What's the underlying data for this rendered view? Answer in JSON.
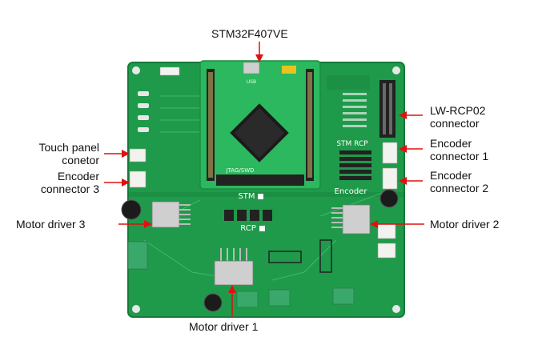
{
  "colors": {
    "pcb": "#1f9a4a",
    "pcb_dark": "#147a38",
    "mcu_board": "#2bb85e",
    "arrow": "#e01010",
    "terminal": "#3aa86a",
    "header": "#222222",
    "connector": "#f2f2ee"
  },
  "labels": {
    "mcu": "STM32F407VE",
    "lw_rcp02": [
      "LW-RCP02",
      "connector"
    ],
    "touch_panel": [
      "Touch panel",
      "conetor"
    ],
    "encoder_3": [
      "Encoder",
      "connector 3"
    ],
    "encoder_1": [
      "Encoder",
      "connector 1"
    ],
    "encoder_2": [
      "Encoder",
      "connector 2"
    ],
    "motor_driver_3": "Motor driver 3",
    "motor_driver_2": "Motor driver 2",
    "motor_driver_1": "Motor driver 1"
  },
  "silkscreen": {
    "stm_rcp_top": "STM RCP",
    "encoder": "Encoder",
    "stm": "STM",
    "rcp": "RCP",
    "jtag": "JTAG/SWD",
    "usb": "USB"
  }
}
